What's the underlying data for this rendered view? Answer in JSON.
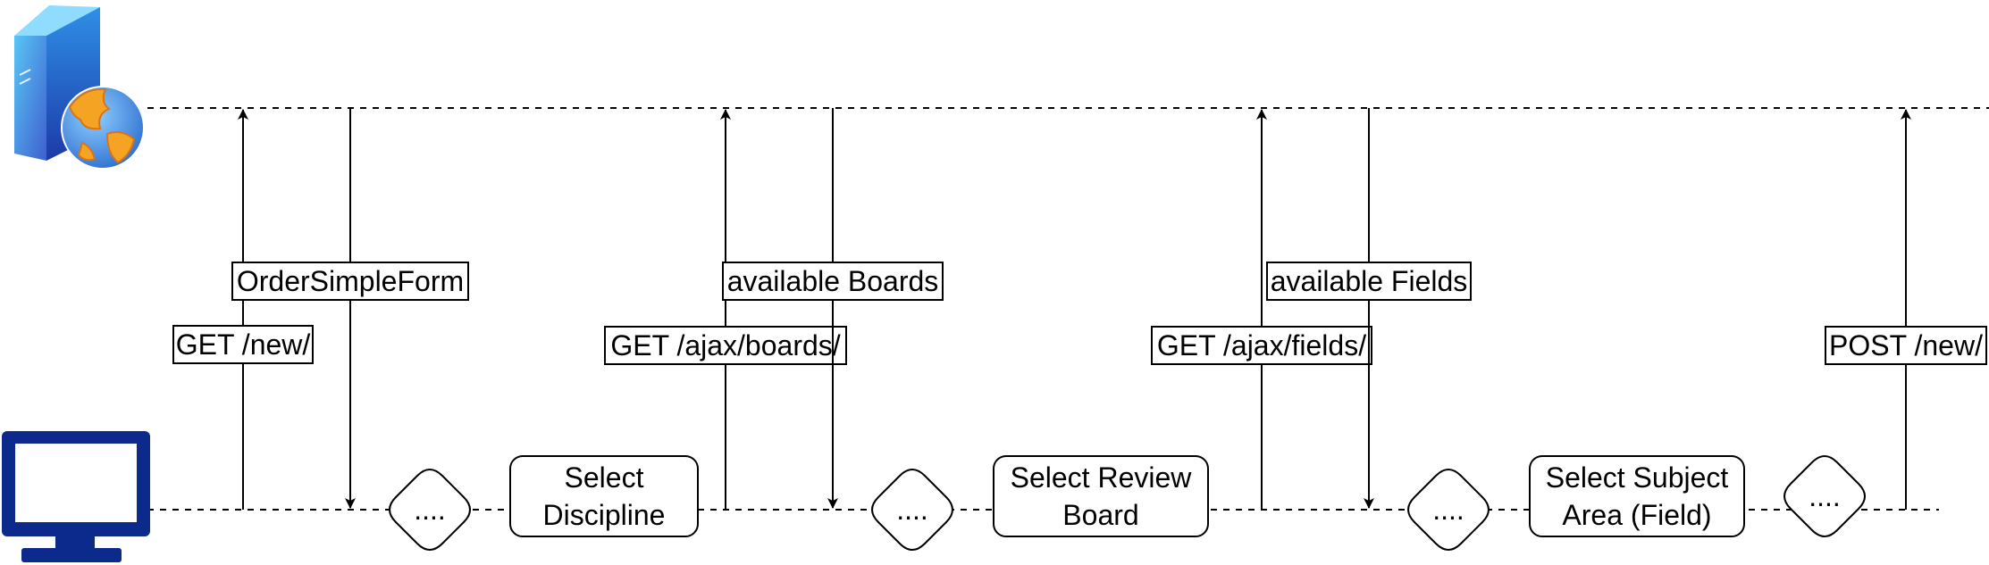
{
  "actors": {
    "server": {
      "icon": "web-server-icon"
    },
    "client": {
      "icon": "desktop-monitor-icon"
    }
  },
  "messages": [
    {
      "text": "GET /new/",
      "direction": "request"
    },
    {
      "text": "OrderSimpleForm",
      "direction": "response"
    },
    {
      "text": "GET /ajax/boards/",
      "direction": "request"
    },
    {
      "text": "available Boards",
      "direction": "response"
    },
    {
      "text": "GET /ajax/fields/",
      "direction": "request"
    },
    {
      "text": "available Fields",
      "direction": "response"
    },
    {
      "text": "POST /new/",
      "direction": "request"
    }
  ],
  "steps": [
    {
      "text": "....",
      "shape": "diamond"
    },
    {
      "text": "Select\nDiscipline",
      "shape": "rounded-rect"
    },
    {
      "text": "....",
      "shape": "diamond"
    },
    {
      "text": "Select Review\nBoard",
      "shape": "rounded-rect"
    },
    {
      "text": "....",
      "shape": "diamond"
    },
    {
      "text": "Select Subject\nArea (Field)",
      "shape": "rounded-rect"
    },
    {
      "text": "....",
      "shape": "diamond"
    }
  ],
  "colors": {
    "line": "#000000",
    "monitor": "#0b2a8c",
    "server_light": "#6fb6f0",
    "server_dark": "#3a62c9",
    "globe_blue": "#3b8fe0",
    "globe_land": "#f4a422"
  }
}
